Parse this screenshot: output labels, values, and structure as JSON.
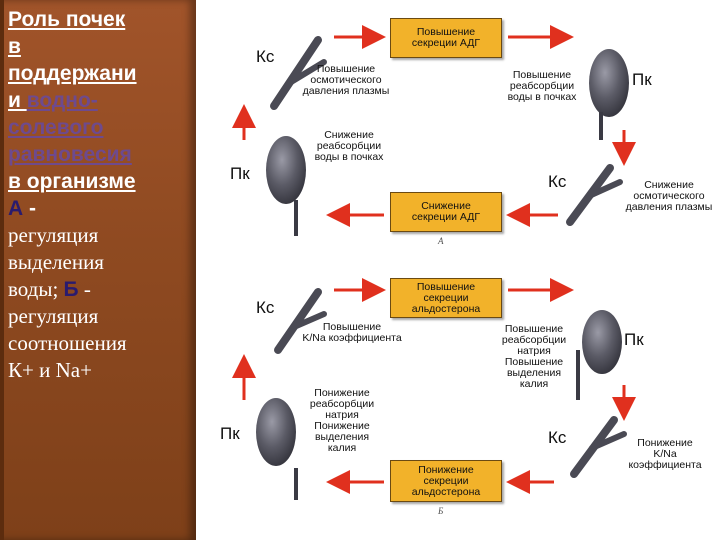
{
  "left": {
    "title_line1": "Роль почек",
    "title_line2": "в",
    "title_line3": "поддержани",
    "title_line4_a": "и ",
    "title_line4_b": "водно-",
    "title_line5": "солевого",
    "title_line6": "равновесия",
    "title_line7": "в организме",
    "label_a": "А",
    "dash_a": " -",
    "body_a1": "регуляция",
    "body_a2": "выделения",
    "body_a3": "воды;",
    "label_b": "Б",
    "dash_b": " -",
    "body_b1": "регуляция",
    "body_b2": "соотношения",
    "body_b3": "К+ и Na+"
  },
  "diagram_a": {
    "box_top": [
      "Повышение",
      "секреции АДГ"
    ],
    "box_bottom": [
      "Снижение",
      "секреции АДГ"
    ],
    "ks_top": "Кс",
    "ks_bottom": "Кс",
    "pk_right": "Пк",
    "pk_left": "Пк",
    "lab_osm_up": [
      "Повышение",
      "осмотического",
      "давления плазмы"
    ],
    "lab_reabs_up": [
      "Повышение",
      "реабсорбции",
      "воды в почках"
    ],
    "lab_reabs_down": [
      "Снижение",
      "реабсорбции",
      "воды в почках"
    ],
    "lab_osm_down": [
      "Снижение",
      "осмотического",
      "давления плазмы"
    ],
    "caption": "A"
  },
  "diagram_b": {
    "box_top": [
      "Повышение",
      "секреции",
      "альдостерона"
    ],
    "box_bottom": [
      "Понижение",
      "секреции",
      "альдостерона"
    ],
    "ks_top": "Кс",
    "ks_bottom": "Кс",
    "pk_right": "Пк",
    "pk_left": "Пк",
    "lab_kna_up": [
      "Повышение",
      "K/Na коэффициента"
    ],
    "lab_right": [
      "Повышение",
      "реабсорбции",
      "натрия",
      "Повышение",
      "выделения",
      "калия"
    ],
    "lab_left": [
      "Понижение",
      "реабсорбции",
      "натрия",
      "Понижение",
      "выделения",
      "калия"
    ],
    "lab_kna_down": [
      "Понижение",
      "K/Na",
      "коэффициента"
    ],
    "caption": "Б"
  },
  "colors": {
    "panel": "#8f4a21",
    "box": "#f2b22a",
    "arrow": "#e0301e",
    "kidney": "#4e4e58",
    "vessel": "#55555f"
  }
}
